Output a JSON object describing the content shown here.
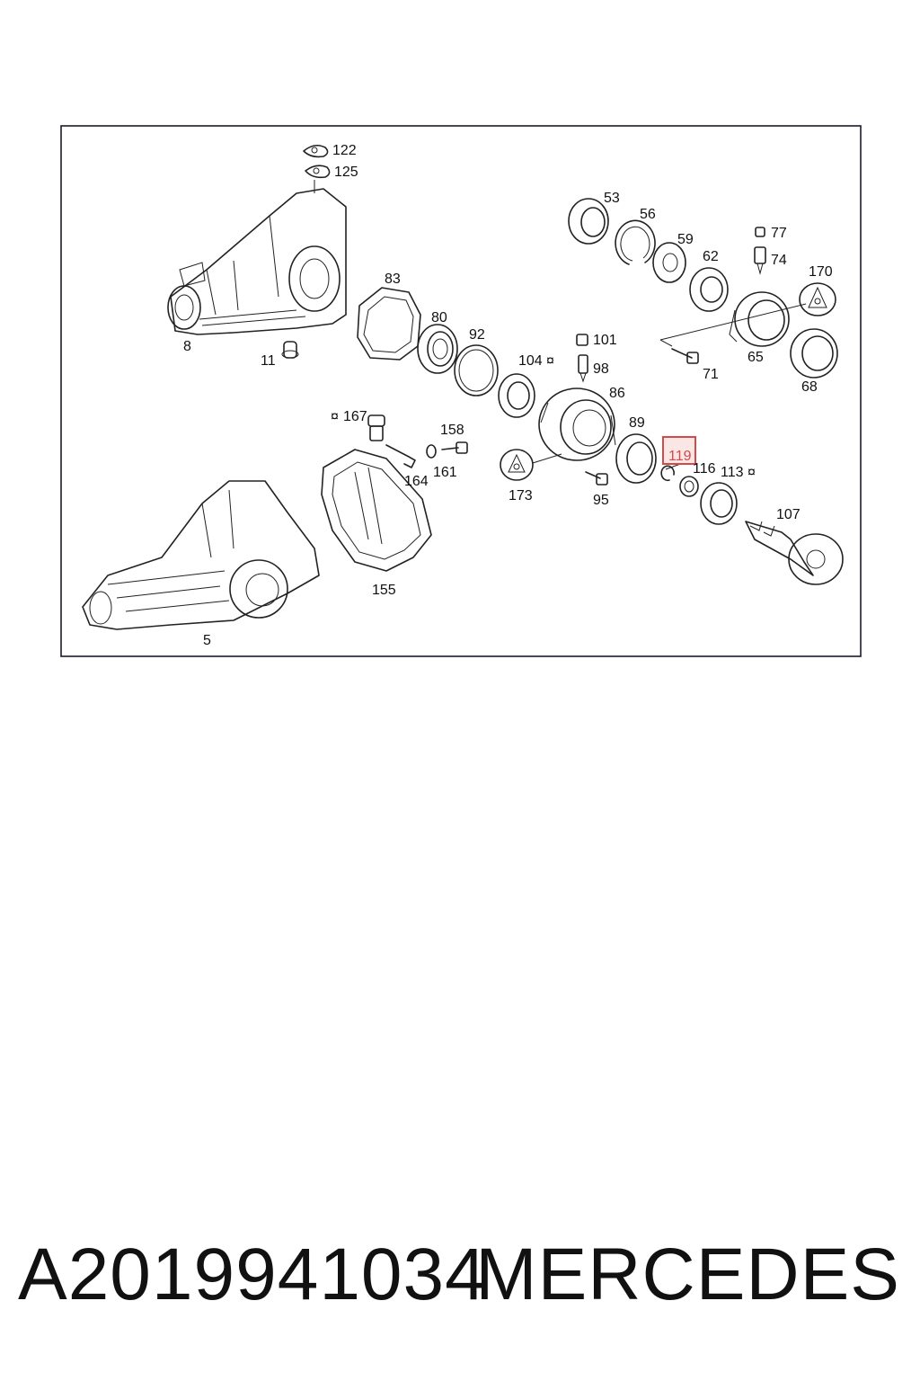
{
  "diagram": {
    "callouts": {
      "c122": "122",
      "c125": "125",
      "c8": "8",
      "c11": "11",
      "c83": "83",
      "c80": "80",
      "c92": "92",
      "c104": "104",
      "c101": "101",
      "c98": "98",
      "c86": "86",
      "c53": "53",
      "c56": "56",
      "c59": "59",
      "c62": "62",
      "c77": "77",
      "c74": "74",
      "c170": "170",
      "c65": "65",
      "c71": "71",
      "c68": "68",
      "c167": "167",
      "c158": "158",
      "c161": "161",
      "c164": "164",
      "c173": "173",
      "c95": "95",
      "c89": "89",
      "c119": "119",
      "c116": "116",
      "c113": "113",
      "c107": "107",
      "c155": "155",
      "c5": "5"
    },
    "markers": {
      "m104": "¤",
      "m167": "¤",
      "m113": "¤"
    },
    "highlight_color": "#d24a4a"
  },
  "caption": {
    "part_number": "A2019941034",
    "brand": "MERCEDES"
  }
}
